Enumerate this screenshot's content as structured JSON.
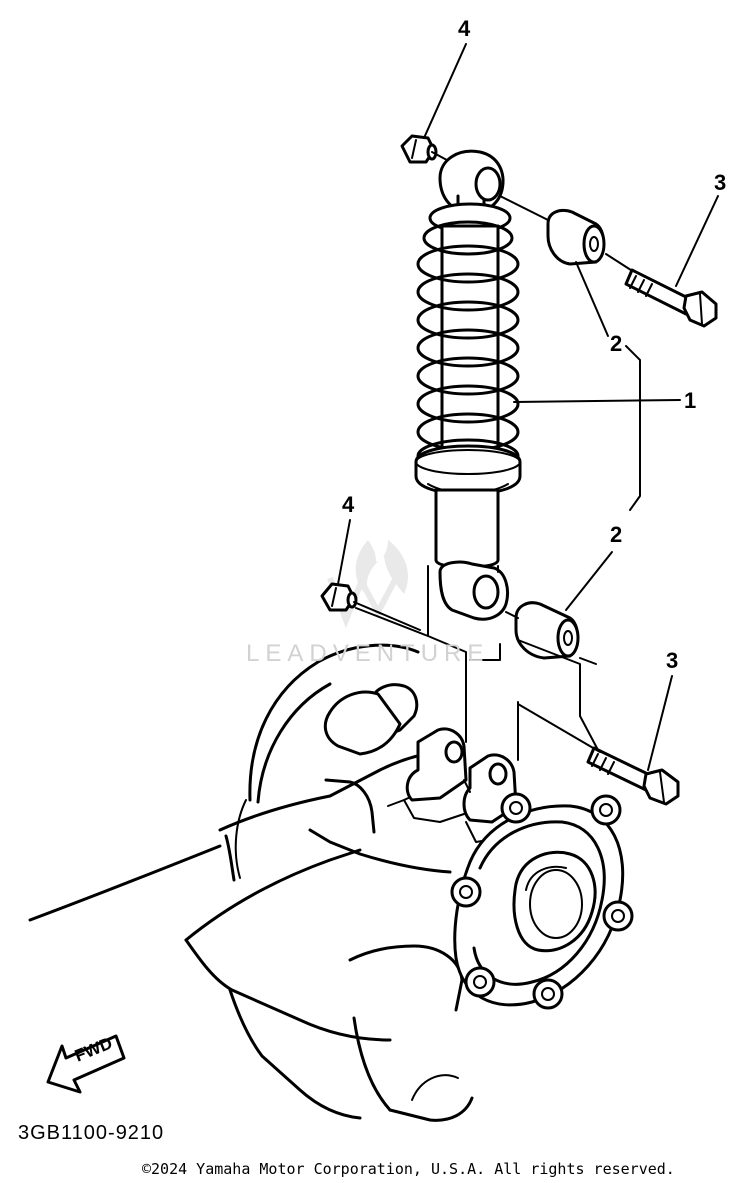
{
  "diagram": {
    "callouts": {
      "c4_top": "4",
      "c3_top": "3",
      "c2_top": "2",
      "c1": "1",
      "c4_mid": "4",
      "c2_mid": "2",
      "c3_mid": "3"
    },
    "fwd_label": "FWD",
    "part_number": "3GB1100-9210",
    "copyright": "©2024 Yamaha Motor Corporation, U.S.A. All rights reserved.",
    "watermark": "LEADVENTURE",
    "parts": [
      {
        "ref": "1",
        "icon": "shock-absorber-icon"
      },
      {
        "ref": "2",
        "icon": "bushing-collar-icon"
      },
      {
        "ref": "3",
        "icon": "bolt-icon"
      },
      {
        "ref": "4",
        "icon": "nut-icon"
      }
    ]
  }
}
